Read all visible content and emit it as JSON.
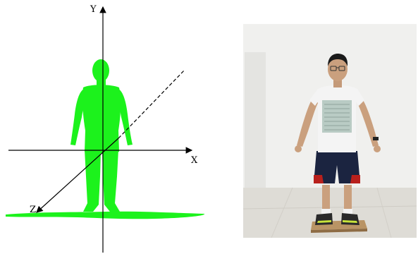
{
  "diagram": {
    "axes": {
      "x_label": "X",
      "y_label": "Y",
      "z_label": "Z"
    },
    "colors": {
      "silhouette": "#1cf21c",
      "axis": "#000000"
    }
  },
  "photo": {
    "description_icon": "person-standing-on-board-photo",
    "colors": {
      "wall": "#f2f2f0",
      "floor": "#dcdcd6",
      "shirt": "#f4f4f4",
      "shorts": "#1b2440",
      "shorts_stripe": "#b8201c",
      "board": "#b99465",
      "shoes": "#2a2a2a",
      "skin": "#caa07e"
    }
  }
}
